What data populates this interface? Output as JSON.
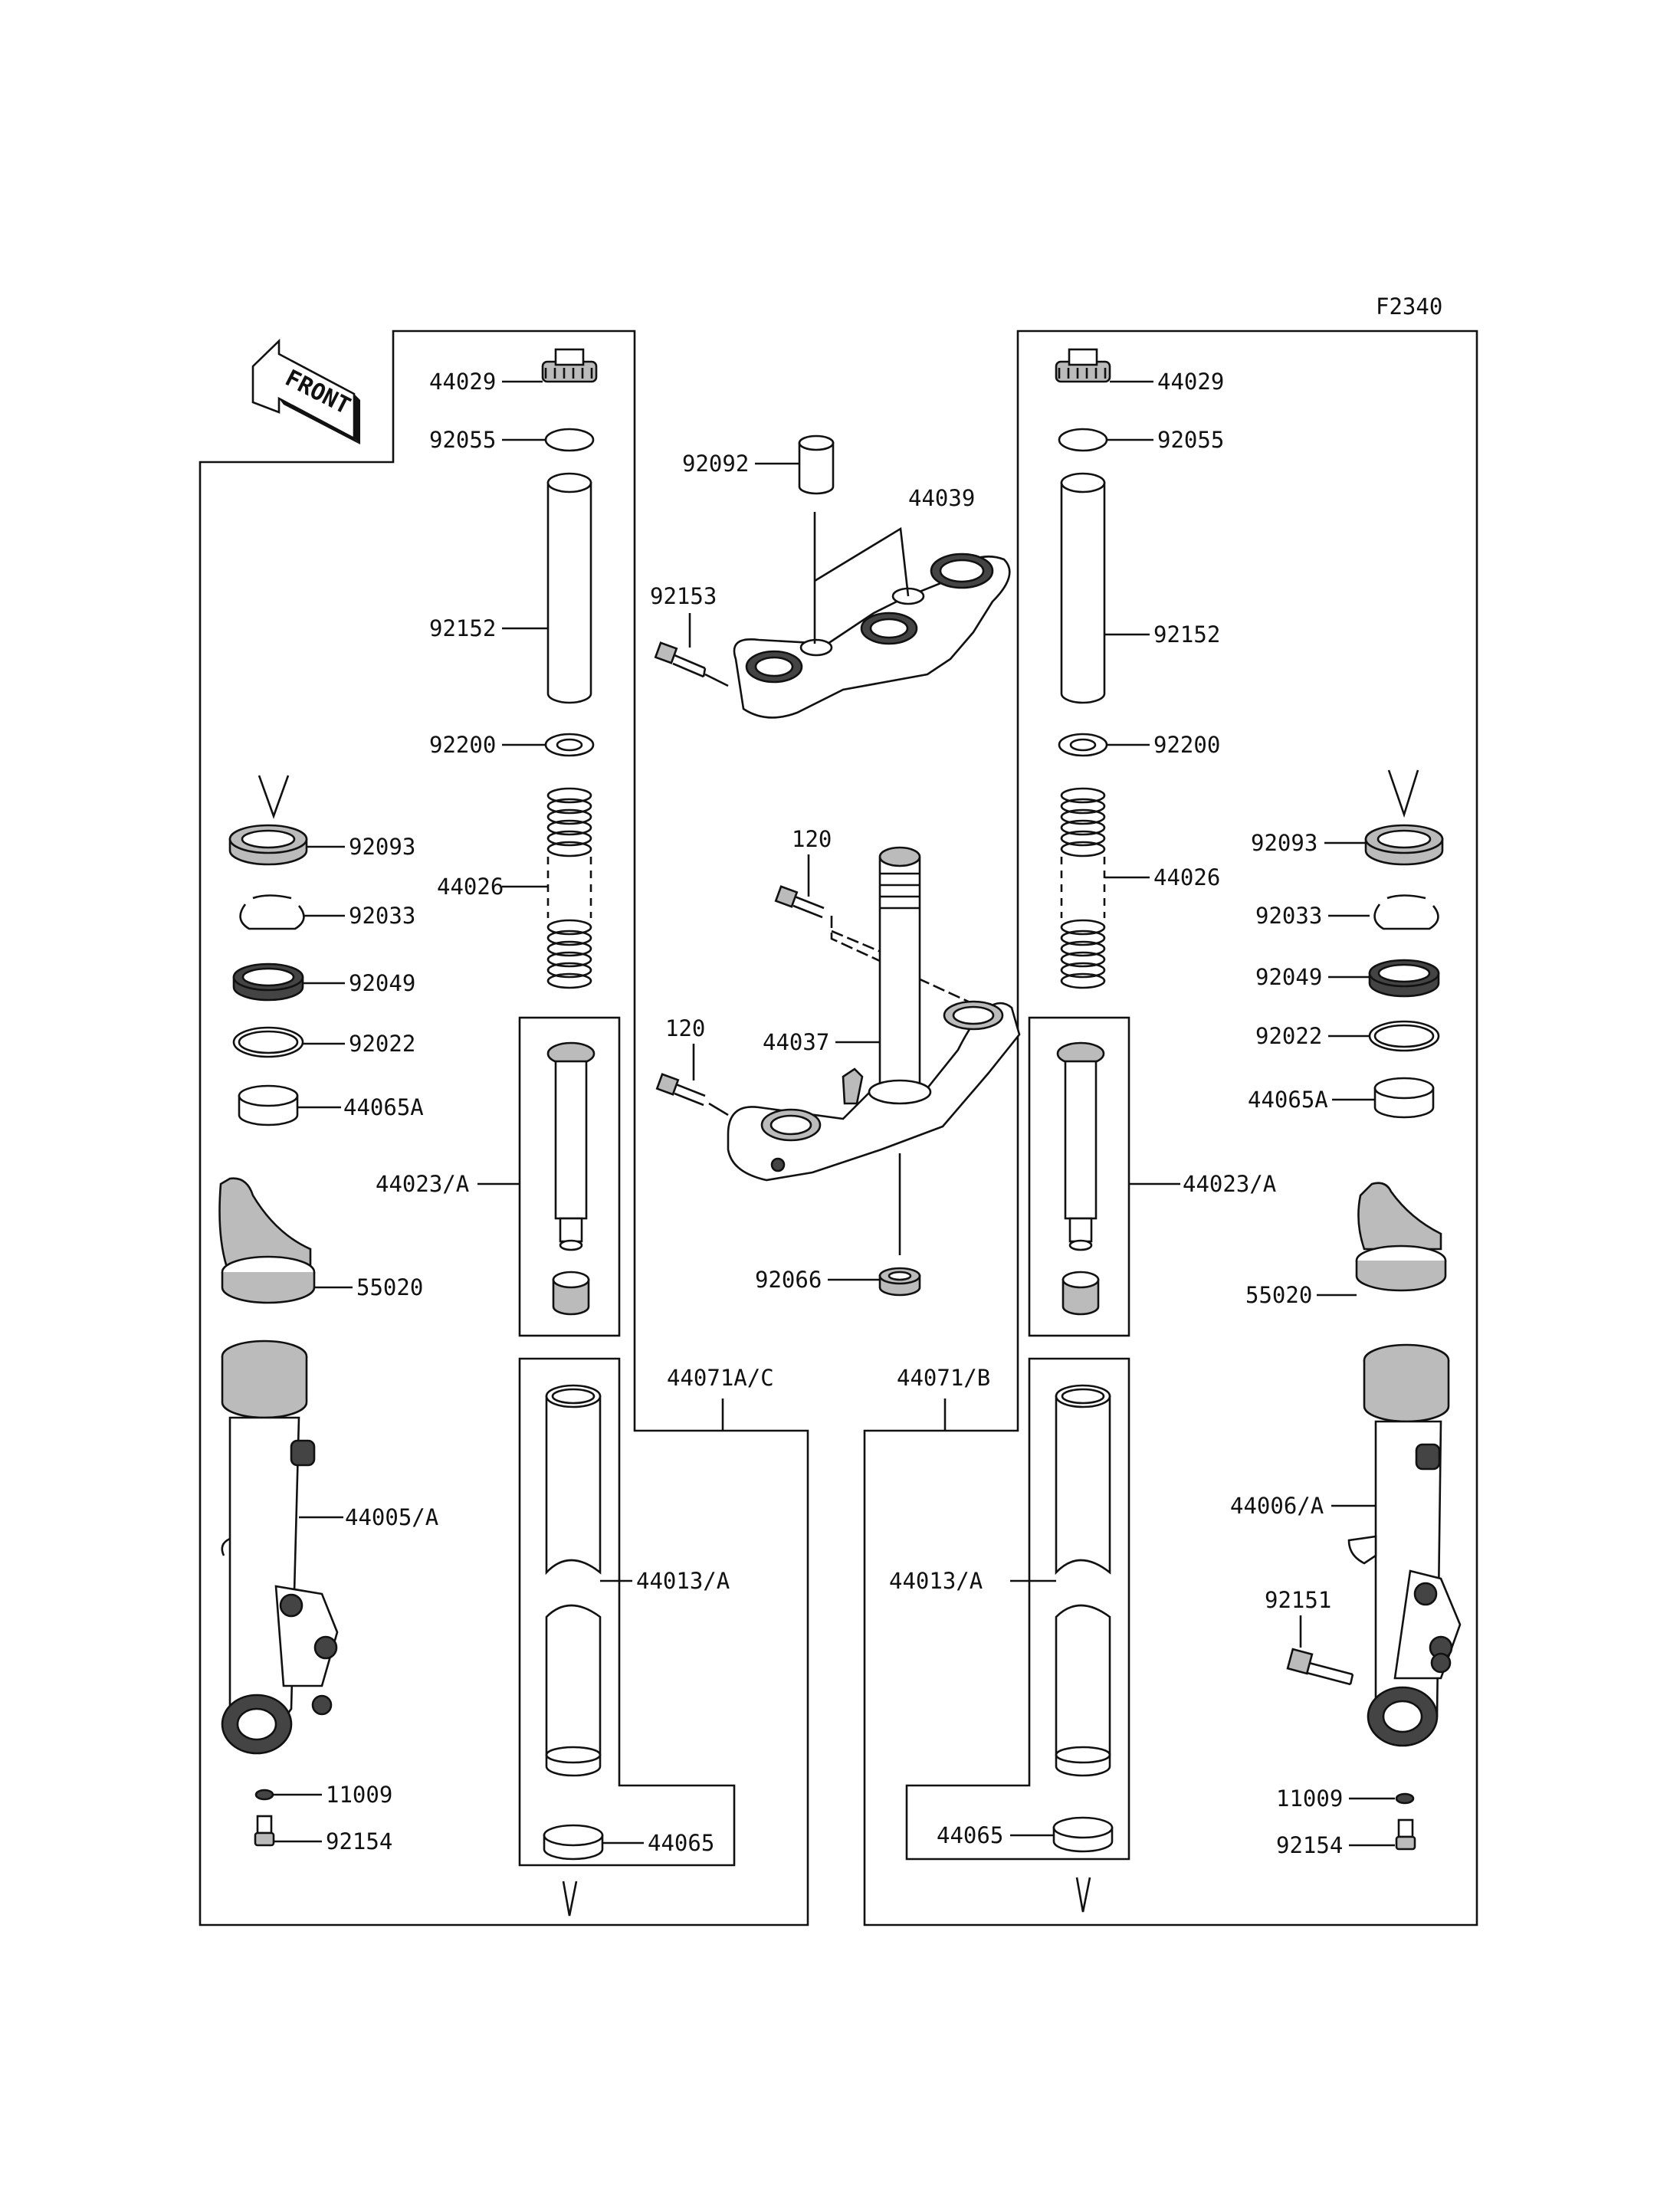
{
  "diagram_code": "F2340",
  "front_arrow": {
    "label": "FRONT",
    "icon": "front-arrow-icon"
  },
  "labels": {
    "l44029": "44029",
    "l92055": "92055",
    "l92152": "92152",
    "l92200": "92200",
    "l44026": "44026",
    "l92093": "92093",
    "l92033": "92033",
    "l92049": "92049",
    "l92022": "92022",
    "l44065A": "44065A",
    "l44023A": "44023/A",
    "l55020": "55020",
    "l44005A": "44005/A",
    "l44006A": "44006/A",
    "l44013A": "44013/A",
    "l44065": "44065",
    "l11009": "11009",
    "l92154": "92154",
    "l92151": "92151",
    "l44071AC": "44071A/C",
    "l44071B": "44071/B",
    "l92092": "92092",
    "l44039": "44039",
    "l92153": "92153",
    "l120": "120",
    "l44037": "44037",
    "l92066": "92066"
  }
}
